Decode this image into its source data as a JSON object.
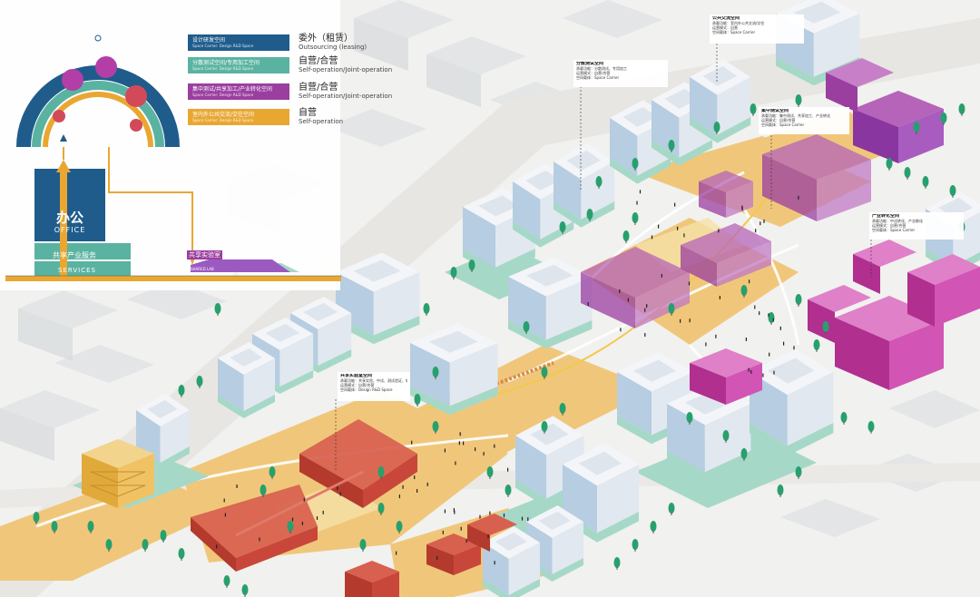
{
  "colors": {
    "design_rd": "#1f5c8c",
    "pilot_production": "#5ab3a1",
    "concentrated_pilot": "#9a3ea0",
    "office_exchange": "#e9a732",
    "magenta_building": "#c43fa5",
    "red_building": "#c8473a",
    "teal_podium": "#a6d8c8",
    "plaza": "#f0c77a"
  },
  "legend": [
    {
      "label_cn": "设计研发空间",
      "label_en": "Space Carrier: Design R&D Space",
      "op_cn": "委外（租赁）",
      "op_en": "Outsourcing (leasing)",
      "color": "#1f5c8c"
    },
    {
      "label_cn": "分散测试空间/专用加工空间",
      "label_en": "Space Carrier: Design R&D Space",
      "op_cn": "自营/合营",
      "op_en": "Self-operation/Joint-operation",
      "color": "#5ab3a1"
    },
    {
      "label_cn": "集中测试/共享加工/产业转化空间",
      "label_en": "Space Carrier: Design R&D Space",
      "op_cn": "自营/合营",
      "op_en": "Self-operation/Joint-operation",
      "color": "#9a3ea0"
    },
    {
      "label_cn": "室内外公共交流/交往空间",
      "label_en": "Space Carrier: Design R&D Space",
      "op_cn": "自营",
      "op_en": "Self-operation",
      "color": "#e9a732"
    }
  ],
  "section": {
    "office_cn": "办公",
    "office_en": "OFFICE",
    "services_cn": "共享产业服务",
    "services_en": "SERVICES",
    "lab_cn": "共享实验室",
    "lab_en": "SHARED LAB"
  },
  "callouts": [
    {
      "title": "共享实验室空间",
      "lines": [
        "承载功能：共享实验、中试、测试验证、转化",
        "运营模式：自营/合营",
        "空间载体：Design R&D Space"
      ]
    },
    {
      "title": "分散测试空间",
      "lines": [
        "承载功能：分散测试、专用加工",
        "运营模式：自营/合营",
        "空间载体：Space Carrier"
      ]
    },
    {
      "title": "集中测试空间",
      "lines": [
        "承载功能：集中测试、共享加工、产业转化",
        "运营模式：自营/合营",
        "空间载体：Space Carrier"
      ]
    },
    {
      "title": "产业转化空间",
      "lines": [
        "承载功能：中试转化、产业孵化",
        "运营模式：自营/合营",
        "空间载体：Space Carrier"
      ]
    },
    {
      "title": "公共交流空间",
      "lines": [
        "承载功能：室内外公共交流/交往",
        "运营模式：自营",
        "空间载体：Space Carrier"
      ]
    }
  ]
}
